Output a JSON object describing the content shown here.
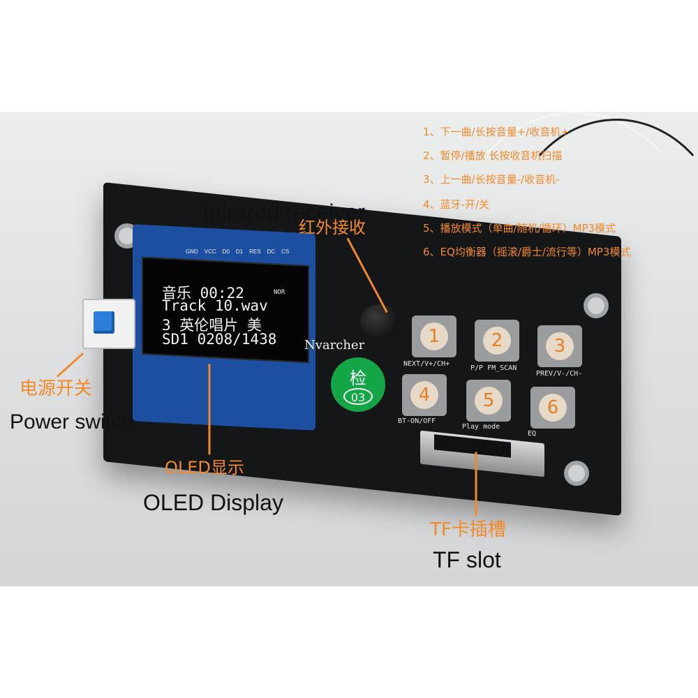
{
  "labels": {
    "power_cn": "电源开关",
    "power_en": "Power switch",
    "oled_cn": "OLED显示",
    "oled_en": "OLED Display",
    "ir_cn": "红外接收",
    "ir_en": "Infrared receiver",
    "tf_cn": "TF卡插槽",
    "tf_en": "TF slot"
  },
  "features": [
    "1、下一曲/长按音量+/收音机+",
    "2、暂停/播放    长按收音机扫描",
    "3、上一曲/长按音量-/收音机-",
    "4、蓝牙-开/关",
    "5、播放模式（单曲/随机/循环）MP3模式",
    "6、EQ均衡器（摇滚/爵士/流行等）MP3模式"
  ],
  "oled": {
    "pins": [
      "GND",
      "VCC",
      "D0",
      "D1",
      "RES",
      "DC",
      "CS"
    ],
    "line1": "音乐 00:22",
    "line2": "Track 10.wav",
    "line3": "3 英伦唱片 美",
    "line4": "SD1  0208/1438",
    "badge": "NOR"
  },
  "buttons": [
    {
      "num": "1",
      "label": "NEXT/V+/CH+"
    },
    {
      "num": "2",
      "label": "P/P FM_SCAN"
    },
    {
      "num": "3",
      "label": "PREV/V-/CH-"
    },
    {
      "num": "4",
      "label": "BT-ON/OFF"
    },
    {
      "num": "5",
      "label": "Play mode"
    },
    {
      "num": "6",
      "label": "EQ"
    }
  ],
  "sticker": {
    "top": "检",
    "bottom": "03"
  },
  "watermark": "Nvarcher",
  "colors": {
    "accent": "#f28a2a",
    "board": "#151617",
    "oled_pcb": "#1d4fa0",
    "switch": "#2c7fd8"
  }
}
